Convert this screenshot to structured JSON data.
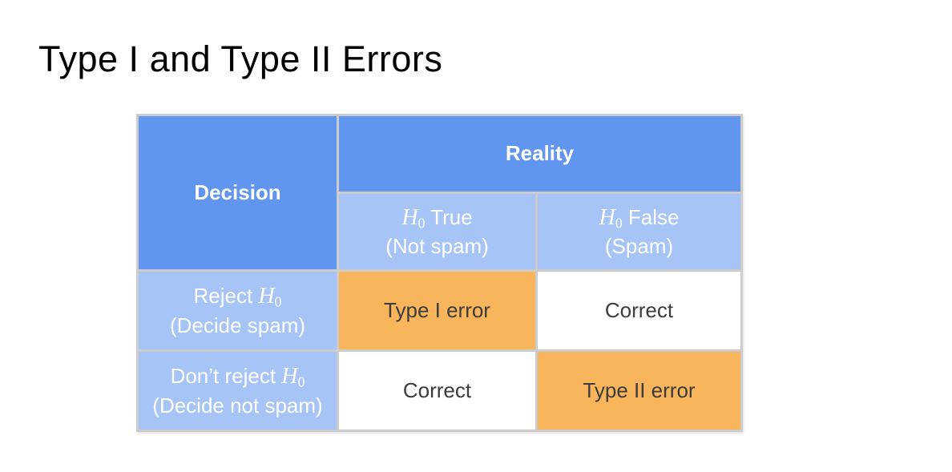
{
  "slide": {
    "title": "Type I and Type II Errors"
  },
  "table": {
    "decision_header": "Decision",
    "reality_header": "Reality",
    "column_headers": [
      {
        "symbol": "H",
        "subscript": "0",
        "state": " True",
        "note": "(Not spam)"
      },
      {
        "symbol": "H",
        "subscript": "0",
        "state": " False",
        "note": "(Spam)"
      }
    ],
    "rows": [
      {
        "label_prefix": "Reject ",
        "symbol": "H",
        "subscript": "0",
        "note": "(Decide spam)",
        "cells": [
          {
            "text": "Type I error",
            "type": "error"
          },
          {
            "text": "Correct",
            "type": "correct"
          }
        ]
      },
      {
        "label_prefix": "Don’t reject ",
        "symbol": "H",
        "subscript": "0",
        "note": "(Decide not spam)",
        "cells": [
          {
            "text": "Correct",
            "type": "correct"
          },
          {
            "text": "Type II error",
            "type": "error"
          }
        ]
      }
    ]
  },
  "colors": {
    "header_blue": "#6095f0",
    "light_blue": "#a7c4f7",
    "orange": "#f8b55c",
    "border_gray": "#cccccc",
    "dark_text": "#3c3c3c",
    "white_text": "#ffffff",
    "title_text": "#000000"
  }
}
